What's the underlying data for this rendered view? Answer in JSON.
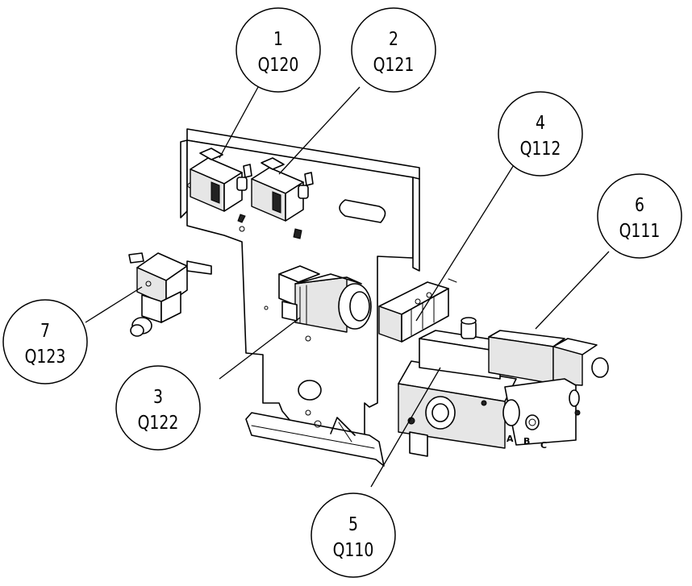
{
  "callouts": [
    {
      "id": "c1",
      "number": "1",
      "code": "Q120"
    },
    {
      "id": "c2",
      "number": "2",
      "code": "Q121"
    },
    {
      "id": "c3",
      "number": "3",
      "code": "Q122"
    },
    {
      "id": "c4",
      "number": "4",
      "code": "Q112"
    },
    {
      "id": "c5",
      "number": "5",
      "code": "Q110"
    },
    {
      "id": "c6",
      "number": "6",
      "code": "Q111"
    },
    {
      "id": "c7",
      "number": "7",
      "code": "Q123"
    }
  ],
  "port_labels": {
    "a": "A",
    "b": "B",
    "c": "C"
  }
}
